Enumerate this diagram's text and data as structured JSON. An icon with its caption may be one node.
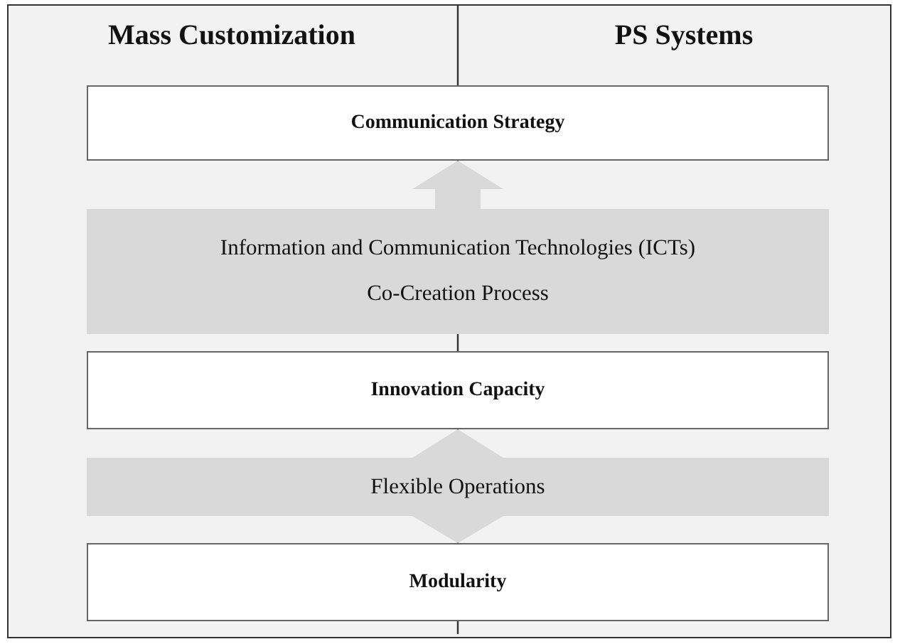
{
  "diagram": {
    "nodes": [
      {
        "text": [
          "Communication Strategy"
        ]
      },
      {
        "text": [
          "Information and Communication Technologies (ICTs)",
          "Co-Creation Process"
        ]
      },
      {
        "text": [
          "Innovation Capacity"
        ]
      },
      {
        "text": [
          "Flexible Operations"
        ]
      },
      {
        "text": [
          "Modularity"
        ]
      }
    ],
    "edges": [
      {
        "from": 1,
        "to": 0,
        "arrow": "to"
      },
      {
        "from": 3,
        "to": 2,
        "arrow": "to"
      },
      {
        "from": 3,
        "to": 4,
        "arrow": "to"
      }
    ],
    "labels": [
      "Mass Customization",
      "PS Systems"
    ]
  }
}
